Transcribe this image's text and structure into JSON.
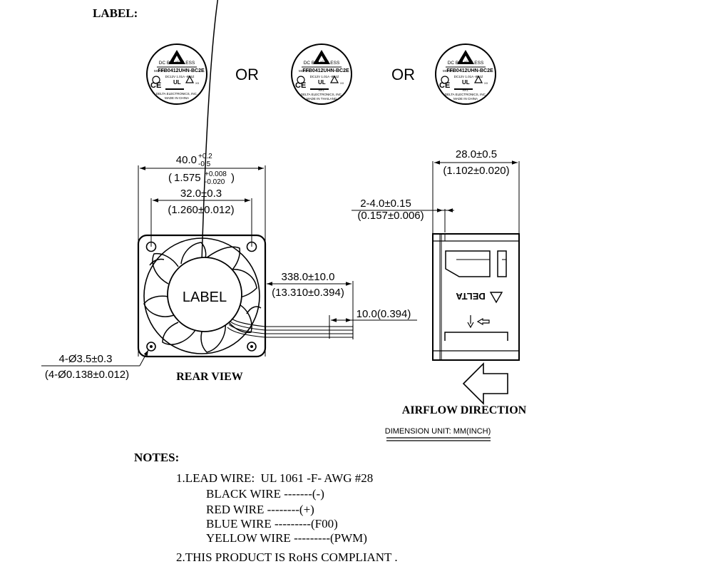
{
  "header": {
    "label_title": "LABEL:"
  },
  "labels": {
    "connector": "OR",
    "badge_1": {
      "line1": "DC BRUSHLESS",
      "model_prefix": "MODEL",
      "model": "FFB0412UHN-BC2E",
      "rating": "DC12V 1.01A -8P4Z",
      "mark_ce": "CE",
      "mark_ul": "UL",
      "mark_xx": "XX",
      "company": "DELTA ELECTRONICS, INC.",
      "origin": "MADE IN CHINA"
    },
    "badge_2": {
      "line1": "DC BRUSHLESS",
      "model_prefix": "MODEL",
      "model": "FFB0412UHN-BC2E",
      "rating": "DC12V 1.01A -8P4Z",
      "mark_ce": "CE",
      "mark_ul": "UL",
      "mark_xx": "XX",
      "pat": "PAT.",
      "company": "DELTA ELECTRONICS, INC.",
      "origin": "MADE IN THAILAND"
    },
    "badge_3": {
      "line1": "DC BRUSHLESS",
      "model_prefix": "MODEL",
      "model": "FFB0412UHN-BC2E",
      "rating": "DC12V 1.01A -8P4Z",
      "mark_ce": "CE",
      "mark_ul": "UL",
      "mark_xx": "XX",
      "pat": "PAT.",
      "company": "DELTA ELECTRONICS, INC.",
      "origin": "MADE IN CHINA"
    }
  },
  "rear_view": {
    "title": "REAR VIEW",
    "hub_label": "LABEL",
    "width": {
      "base": "40.0",
      "tol_upper": "+0.2",
      "tol_lower": "-0.5"
    },
    "width_inch": {
      "open": "(",
      "base": "1.575",
      "tol_upper": "+0.008",
      "tol_lower": "-0.020",
      "close": ")"
    },
    "hole_pitch": "32.0±0.3",
    "hole_pitch_inch": "(1.260±0.012)",
    "holes": "4-Ø3.5±0.3",
    "holes_inch": "(4-Ø0.138±0.012)",
    "lead_length": "338.0±10.0",
    "lead_length_inch": "(13.310±0.394)",
    "strip": "10.0(0.394)"
  },
  "side_view": {
    "depth": "28.0±0.5",
    "depth_inch": "(1.102±0.020)",
    "slot": "2-4.0±0.15",
    "slot_inch": "(0.157±0.006)",
    "brand_mark": "DELTA",
    "airflow_label": "AIRFLOW DIRECTION"
  },
  "dimension_unit": "DIMENSION UNIT: MM(INCH)",
  "notes": {
    "title": "NOTES:",
    "lead_wire": "1.LEAD WIRE:  UL 1061 -F- AWG #28",
    "wires": [
      "BLACK WIRE -------(-)",
      "RED WIRE --------(+)",
      "BLUE WIRE ---------(F00)",
      "YELLOW WIRE ---------(PWM)"
    ],
    "rohs": "2.THIS PRODUCT IS RoHS COMPLIANT ."
  }
}
